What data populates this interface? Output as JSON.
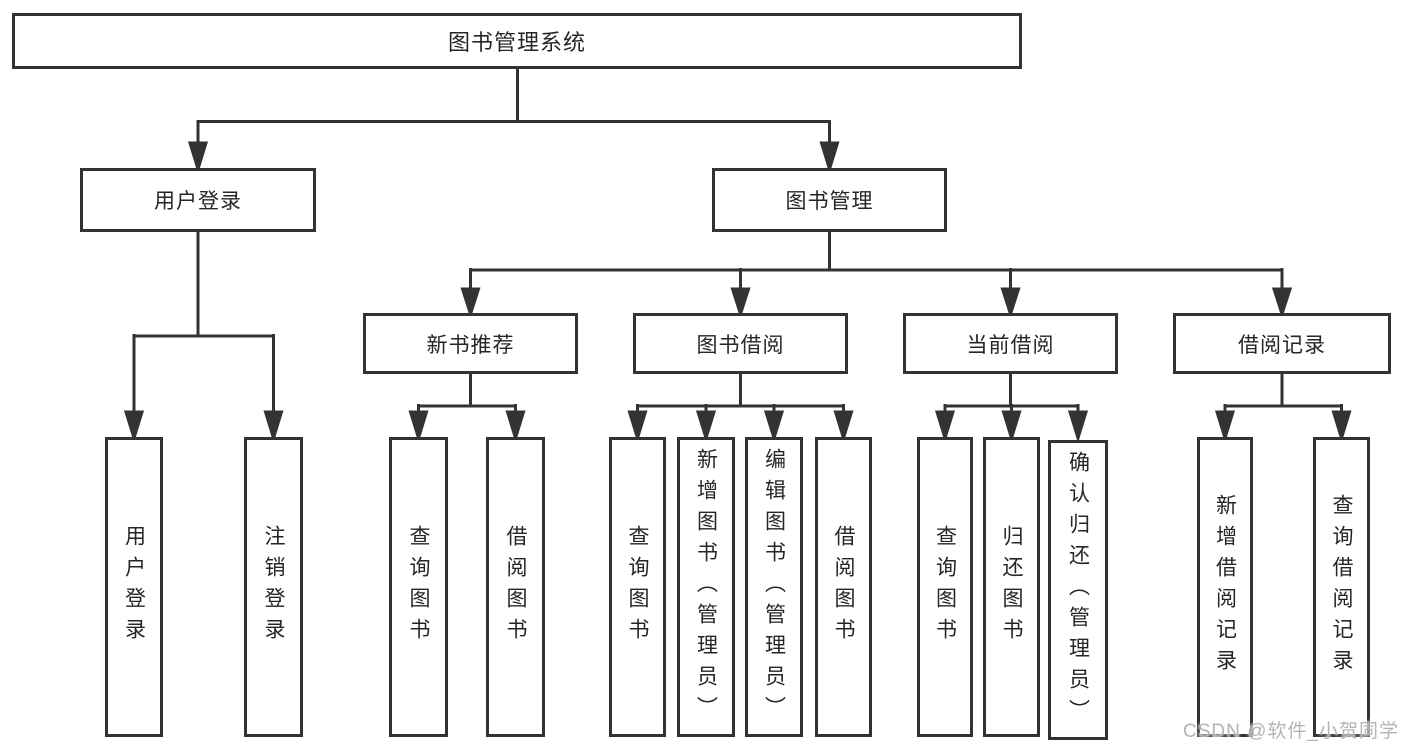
{
  "diagram": {
    "title": "图书管理系统",
    "tree": {
      "root": {
        "label": "图书管理系统",
        "children": [
          {
            "label": "用户登录",
            "children": [
              {
                "label": "用户登录"
              },
              {
                "label": "注销登录"
              }
            ]
          },
          {
            "label": "图书管理",
            "children": [
              {
                "label": "新书推荐",
                "children": [
                  {
                    "label": "查询图书"
                  },
                  {
                    "label": "借阅图书"
                  }
                ]
              },
              {
                "label": "图书借阅",
                "children": [
                  {
                    "label": "查询图书"
                  },
                  {
                    "label": "新增图书（管理员）"
                  },
                  {
                    "label": "编辑图书（管理员）"
                  },
                  {
                    "label": "借阅图书"
                  }
                ]
              },
              {
                "label": "当前借阅",
                "children": [
                  {
                    "label": "查询图书"
                  },
                  {
                    "label": "归还图书"
                  },
                  {
                    "label": "确认归还（管理员）"
                  }
                ]
              },
              {
                "label": "借阅记录",
                "children": [
                  {
                    "label": "新增借阅记录"
                  },
                  {
                    "label": "查询借阅记录"
                  }
                ]
              }
            ]
          }
        ]
      }
    },
    "colors": {
      "line": "#333333",
      "text": "#262626",
      "background": "#ffffff",
      "watermark": "#b5b4b4"
    }
  },
  "watermark": {
    "text": "CSDN @软件_小贺同学"
  }
}
